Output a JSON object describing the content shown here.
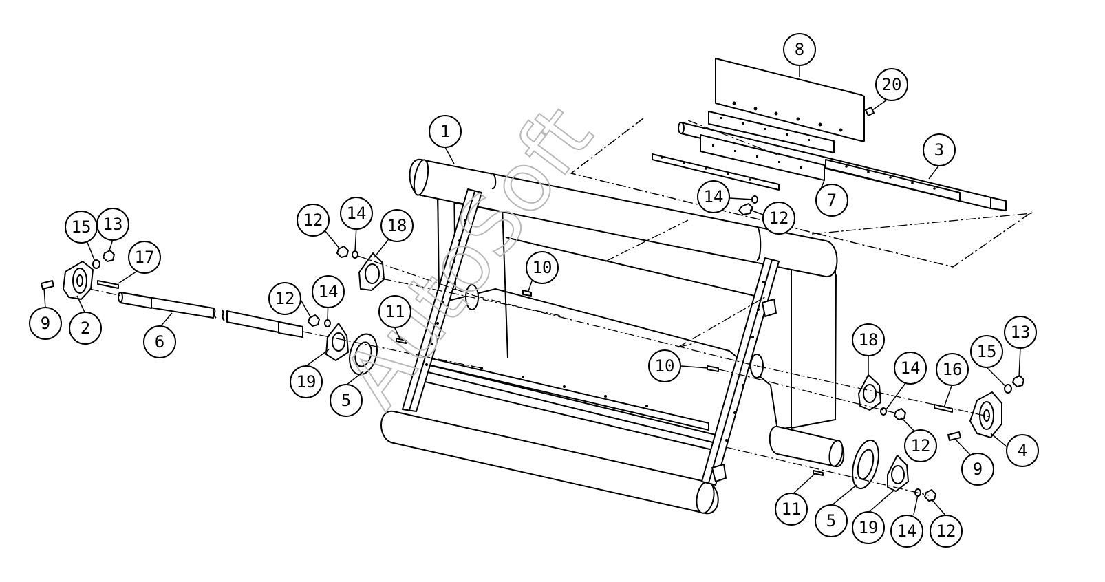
{
  "watermark": "AutoSoft",
  "callouts": [
    {
      "id": "c1",
      "label": "1"
    },
    {
      "id": "c2",
      "label": "2"
    },
    {
      "id": "c3",
      "label": "3"
    },
    {
      "id": "c4",
      "label": "4"
    },
    {
      "id": "c5a",
      "label": "5"
    },
    {
      "id": "c5b",
      "label": "5"
    },
    {
      "id": "c6",
      "label": "6"
    },
    {
      "id": "c7",
      "label": "7"
    },
    {
      "id": "c8",
      "label": "8"
    },
    {
      "id": "c9a",
      "label": "9"
    },
    {
      "id": "c9b",
      "label": "9"
    },
    {
      "id": "c10a",
      "label": "10"
    },
    {
      "id": "c10b",
      "label": "10"
    },
    {
      "id": "c11a",
      "label": "11"
    },
    {
      "id": "c11b",
      "label": "11"
    },
    {
      "id": "c12a",
      "label": "12"
    },
    {
      "id": "c12b",
      "label": "12"
    },
    {
      "id": "c12c",
      "label": "12"
    },
    {
      "id": "c12d",
      "label": "12"
    },
    {
      "id": "c12e",
      "label": "12"
    },
    {
      "id": "c13a",
      "label": "13"
    },
    {
      "id": "c13b",
      "label": "13"
    },
    {
      "id": "c14a",
      "label": "14"
    },
    {
      "id": "c14b",
      "label": "14"
    },
    {
      "id": "c14c",
      "label": "14"
    },
    {
      "id": "c14d",
      "label": "14"
    },
    {
      "id": "c14e",
      "label": "14"
    },
    {
      "id": "c15a",
      "label": "15"
    },
    {
      "id": "c15b",
      "label": "15"
    },
    {
      "id": "c16",
      "label": "16"
    },
    {
      "id": "c17",
      "label": "17"
    },
    {
      "id": "c18a",
      "label": "18"
    },
    {
      "id": "c18b",
      "label": "18"
    },
    {
      "id": "c19a",
      "label": "19"
    },
    {
      "id": "c19b",
      "label": "19"
    },
    {
      "id": "c20",
      "label": "20"
    }
  ]
}
